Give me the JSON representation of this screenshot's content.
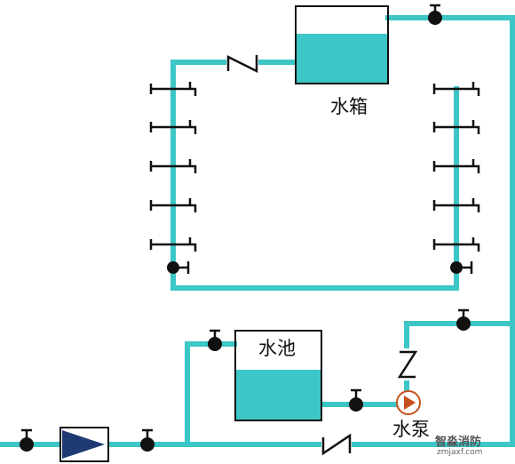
{
  "labels": {
    "water_tank": "水箱",
    "water_pool": "水池",
    "water_pump": "水泵"
  },
  "watermark": {
    "text": "智淼消防",
    "site": "zmjaxf.com"
  },
  "colors": {
    "pipe": "#3cc6c6",
    "water": "#3cc6c6",
    "line": "#111111",
    "pump": "#c8501e",
    "meter": "#1f3a73"
  }
}
